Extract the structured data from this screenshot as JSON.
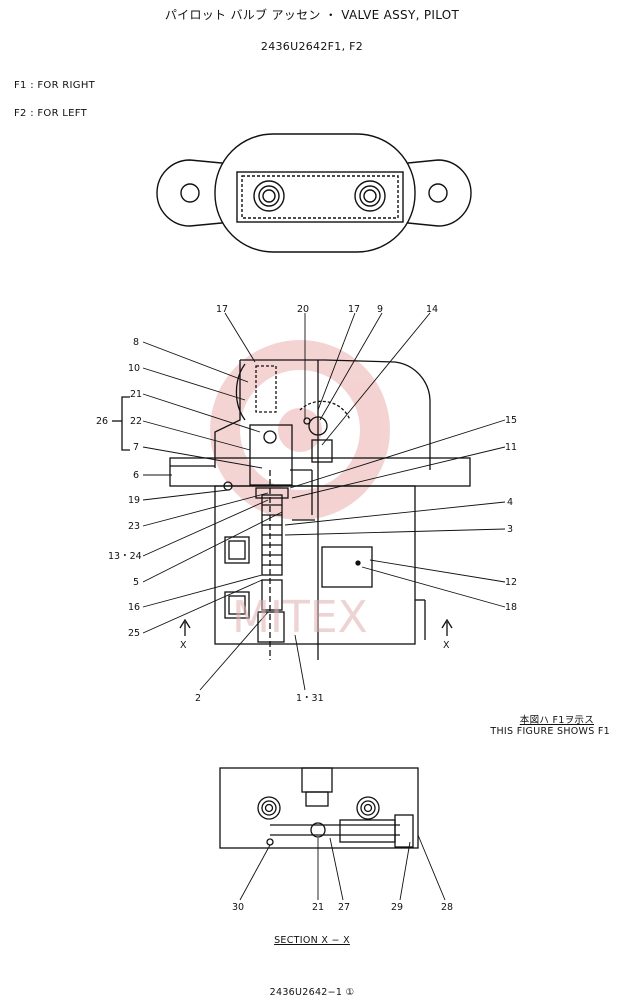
{
  "header": {
    "title": "パイロット バルブ アッセン ・ VALVE ASSY, PILOT",
    "part_code": "2436U2642F1, F2"
  },
  "variants": {
    "f1": "F1 : FOR RIGHT",
    "f2": "F2 : FOR LEFT"
  },
  "callouts": {
    "c17a": "17",
    "c20": "20",
    "c17b": "17",
    "c9": "9",
    "c14": "14",
    "c8": "8",
    "c10": "10",
    "c21a": "21",
    "c26": "26",
    "c22": "22",
    "c7": "7",
    "c6": "6",
    "c19": "19",
    "c23": "23",
    "c1324": "13・24",
    "c5": "5",
    "c16": "16",
    "c25": "25",
    "c15": "15",
    "c11": "11",
    "c4": "4",
    "c3": "3",
    "c12": "12",
    "c18": "18",
    "c2": "2",
    "c131": "1・31",
    "cxl": "X",
    "cxr": "X",
    "c30": "30",
    "c21b": "21",
    "c27": "27",
    "c29": "29",
    "c28": "28"
  },
  "notes": {
    "figure_jp": "本図ハ F1ヲ示ス",
    "figure_en": "THIS FIGURE SHOWS  F1",
    "section_label": "SECTION  X − X",
    "drawing_number": "2436U2642−1 ①"
  },
  "colors": {
    "line": "#111111",
    "watermark": "#e0a0a0"
  }
}
